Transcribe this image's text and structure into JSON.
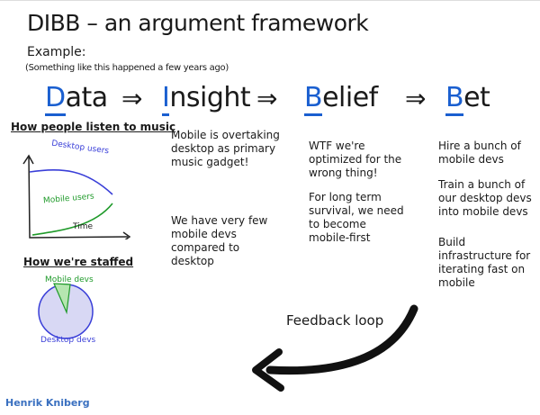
{
  "title": "DIBB – an argument framework",
  "example_label": "Example:",
  "example_note": "(Something like this happened a few years ago)",
  "stages": [
    {
      "initial": "D",
      "rest": "ata"
    },
    {
      "initial": "I",
      "rest": "nsight"
    },
    {
      "initial": "B",
      "rest": "elief"
    },
    {
      "initial": "B",
      "rest": "et"
    }
  ],
  "arrow_glyph": "⇒",
  "data_column": {
    "chart1_title": "How people listen to music",
    "chart1_desktop": "Desktop users",
    "chart1_mobile": "Mobile users",
    "chart1_xlabel": "Time",
    "chart2_title": "How we're staffed",
    "chart2_mobile": "Mobile devs",
    "chart2_desktop": "Desktop devs"
  },
  "insight": [
    "Mobile is overtaking\ndesktop as primary\nmusic gadget!",
    "We have very few\nmobile devs\ncompared to\ndesktop"
  ],
  "belief": [
    "WTF we're\noptimized for the\nwrong thing!",
    "For long term\nsurvival, we need\nto become\nmobile-first"
  ],
  "bet": [
    "Hire a bunch of\nmobile devs",
    "Train a bunch of\nour desktop devs\ninto mobile devs",
    "Build\ninfrastructure for\niterating fast on\nmobile"
  ],
  "feedback_label": "Feedback loop",
  "author": "Henrik Kniberg",
  "colors": {
    "accent": "#1a5fd0",
    "desktop": "#3a3fd8",
    "mobile": "#1f9a2a"
  }
}
